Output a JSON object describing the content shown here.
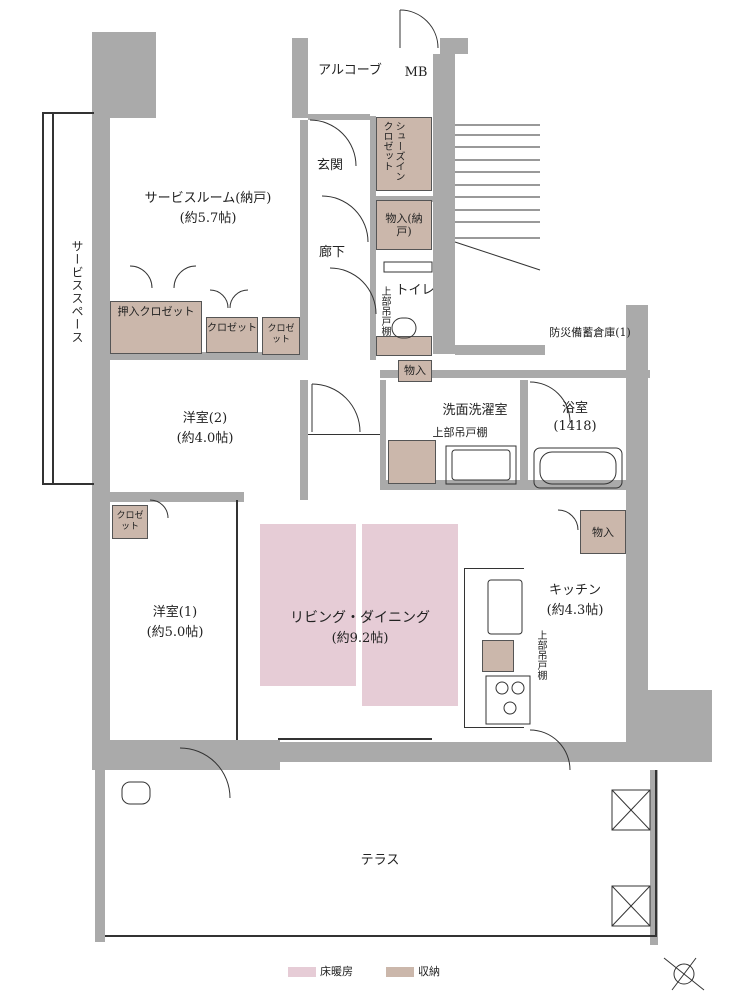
{
  "rooms": {
    "service_room": "サービスルーム(納戸)",
    "service_room_size": "(約5.7帖)",
    "western2": "洋室(2)",
    "western2_size": "(約4.0帖)",
    "western1": "洋室(1)",
    "western1_size": "(約5.0帖)",
    "living": "リビング・ダイニング",
    "living_size": "(約9.2帖)",
    "kitchen": "キッチン",
    "kitchen_size": "(約4.3帖)",
    "washroom": "洗面洗濯室",
    "bath": "浴室",
    "bath_size": "(1418)",
    "toilet": "トイレ",
    "entrance": "玄関",
    "hallway": "廊下",
    "alcove": "アルコーブ",
    "mb": "MB",
    "terrace": "テラス",
    "service_space": "サービススペース",
    "disaster_storage": "防災備蓄倉庫(1)"
  },
  "storage": {
    "shoes_in_closet": "シューズインクロゼット",
    "storage_nando": "物入(納戸)",
    "oshiire_closet": "押入クロゼット",
    "closet": "クロゼット",
    "clo_zet_a": "クロゼット",
    "clo_zet_b": "クロゼット",
    "monoire_toilet": "物入",
    "monoire_kitchen": "物入"
  },
  "upper_shelves": {
    "toilet": "上部吊戸棚",
    "washroom": "上部吊戸棚",
    "kitchen": "上部吊戸棚"
  },
  "legend": {
    "floor_heating": "床暖房",
    "storage": "収納"
  },
  "colors": {
    "wall": "#aaaaaa",
    "floor_heating": "#e6ccd6",
    "storage": "#cbb7ab"
  }
}
